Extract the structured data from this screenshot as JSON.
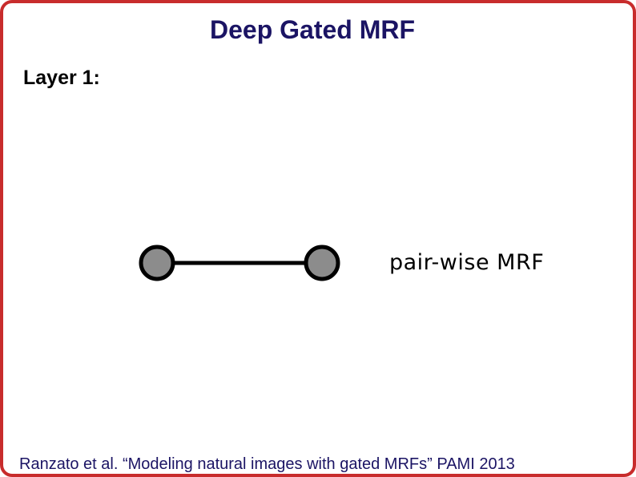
{
  "slide": {
    "title": "Deep Gated MRF",
    "layer_label": "Layer 1:",
    "diagram": {
      "label": "pair-wise MRF",
      "node_count": 2,
      "node_fill": "#8c8c8c",
      "node_stroke": "#000000",
      "edge_color": "#000000"
    },
    "citation": "Ranzato et al. “Modeling natural images with gated MRFs” PAMI 2013",
    "colors": {
      "title_text": "#1b1464",
      "layer_label_text": "#000000",
      "citation_text": "#1b1464",
      "border": "#c82c2c",
      "background": "#ffffff"
    }
  }
}
